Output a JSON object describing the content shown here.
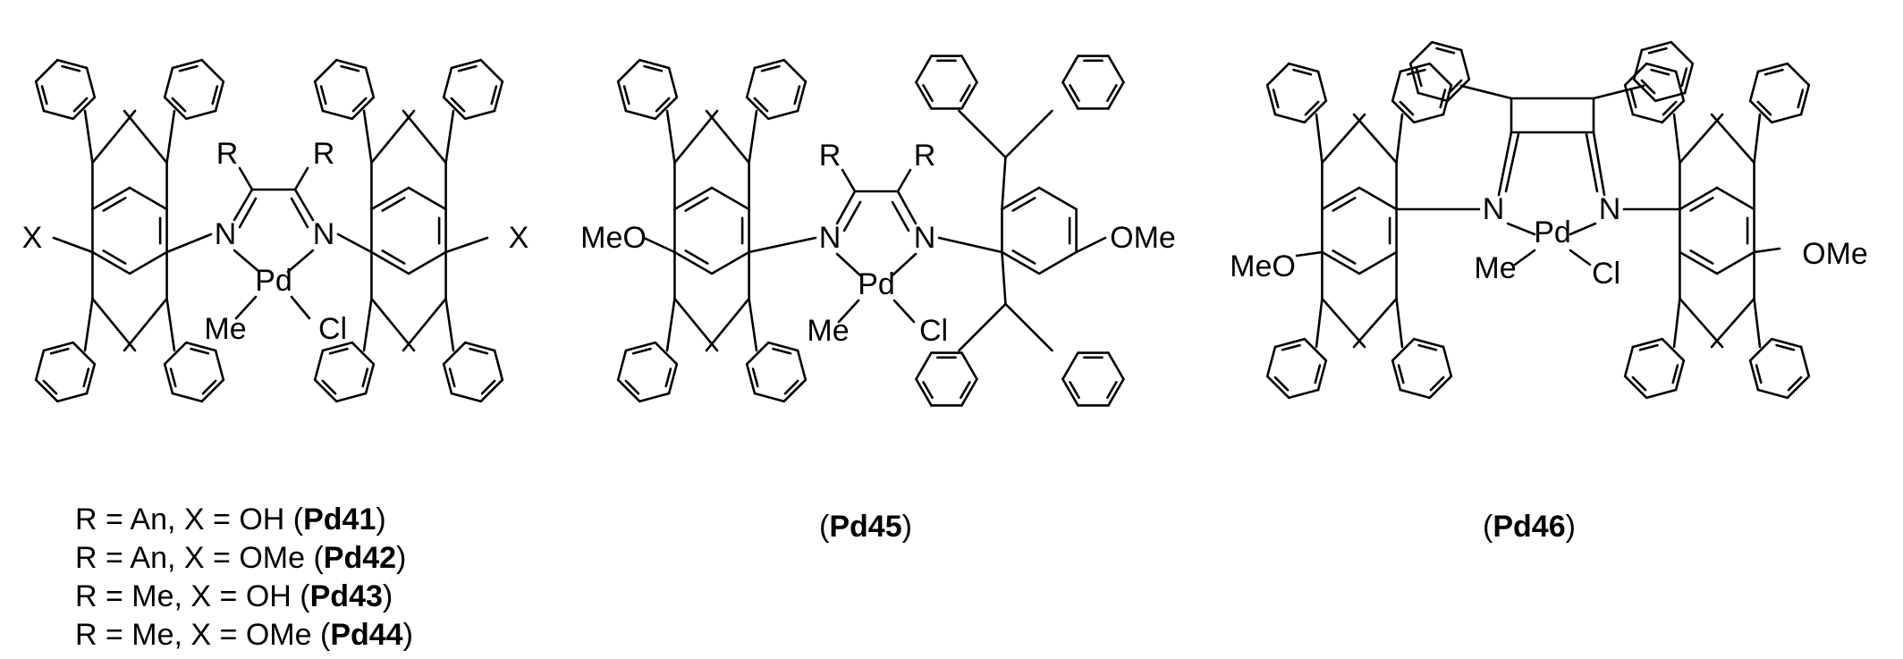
{
  "atoms": {
    "R": "R",
    "X": "X",
    "N": "N",
    "Pd": "Pd",
    "Me": "Me",
    "Cl": "Cl",
    "MeO": "MeO",
    "OMe": "OMe"
  },
  "legend": [
    {
      "pre": "R = An, X = OH (",
      "code": "Pd41",
      "post": ")"
    },
    {
      "pre": "R = An, X = OMe (",
      "code": "Pd42",
      "post": ")"
    },
    {
      "pre": "R = Me, X = OH (",
      "code": "Pd43",
      "post": ")"
    },
    {
      "pre": "R = Me, X = OMe (",
      "code": "Pd44",
      "post": ")"
    }
  ],
  "captions": [
    {
      "pre": "(",
      "code": "Pd45",
      "post": ")"
    },
    {
      "pre": "(",
      "code": "Pd46",
      "post": ")"
    }
  ]
}
